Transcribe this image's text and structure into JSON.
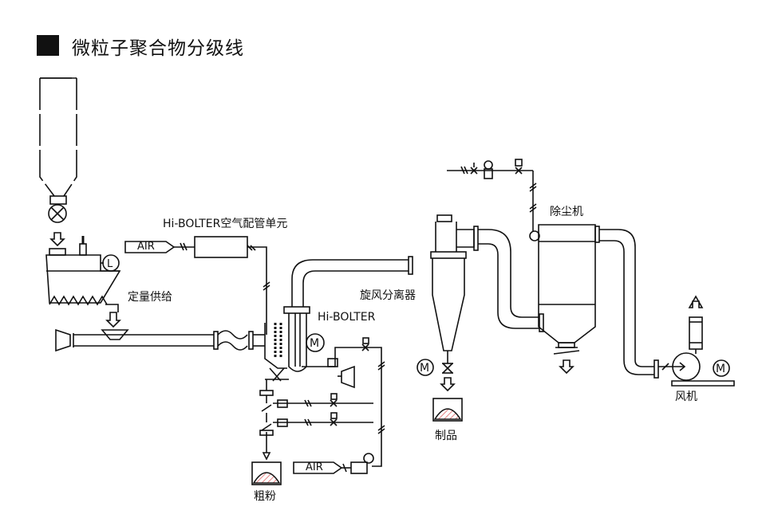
{
  "title": "微粒子聚合物分级线",
  "labels": {
    "air_unit": "Hi-BOLTER空气配管单元",
    "feeder": "定量供给",
    "classifier": "Hi-BOLTER",
    "cyclone": "旋风分离器",
    "dust_collector": "除尘机",
    "blower": "风机",
    "product": "制品",
    "coarse": "粗粉"
  },
  "air": {
    "top": "AIR",
    "bottom": "AIR"
  },
  "symbols": {
    "motor": "M",
    "level": "L"
  },
  "colors": {
    "line": "#111111",
    "hatch": "#e06060"
  }
}
